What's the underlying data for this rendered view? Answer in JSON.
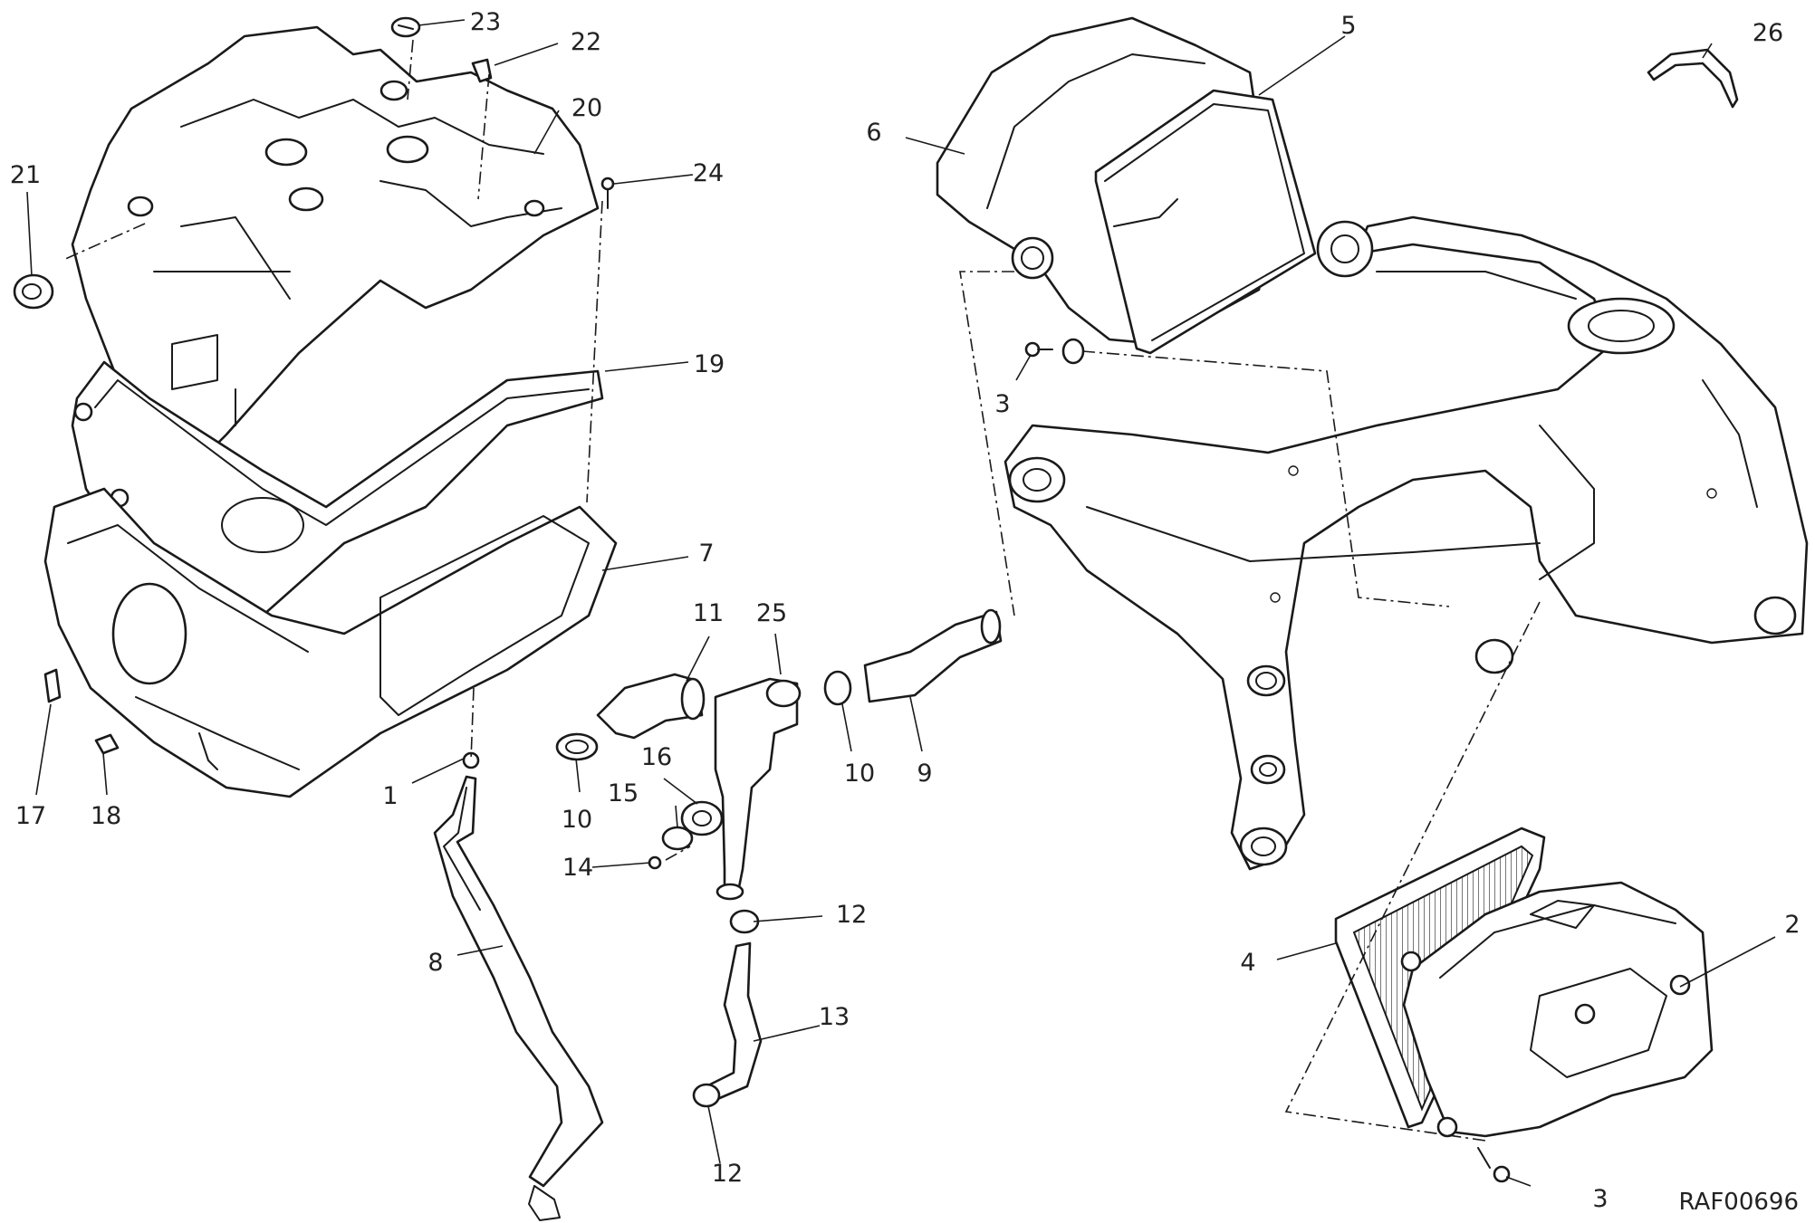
{
  "callouts": {
    "c1": "1",
    "c2": "2",
    "c3a": "3",
    "c3b": "3",
    "c4": "4",
    "c5": "5",
    "c6": "6",
    "c7": "7",
    "c8": "8",
    "c9": "9",
    "c10a": "10",
    "c10b": "10",
    "c11": "11",
    "c12a": "12",
    "c12b": "12",
    "c13": "13",
    "c14": "14",
    "c15": "15",
    "c16": "16",
    "c17": "17",
    "c18": "18",
    "c19": "19",
    "c20": "20",
    "c21": "21",
    "c22": "22",
    "c23": "23",
    "c24": "24",
    "c25": "25",
    "c26": "26"
  },
  "drawing_code": "RAF00696"
}
